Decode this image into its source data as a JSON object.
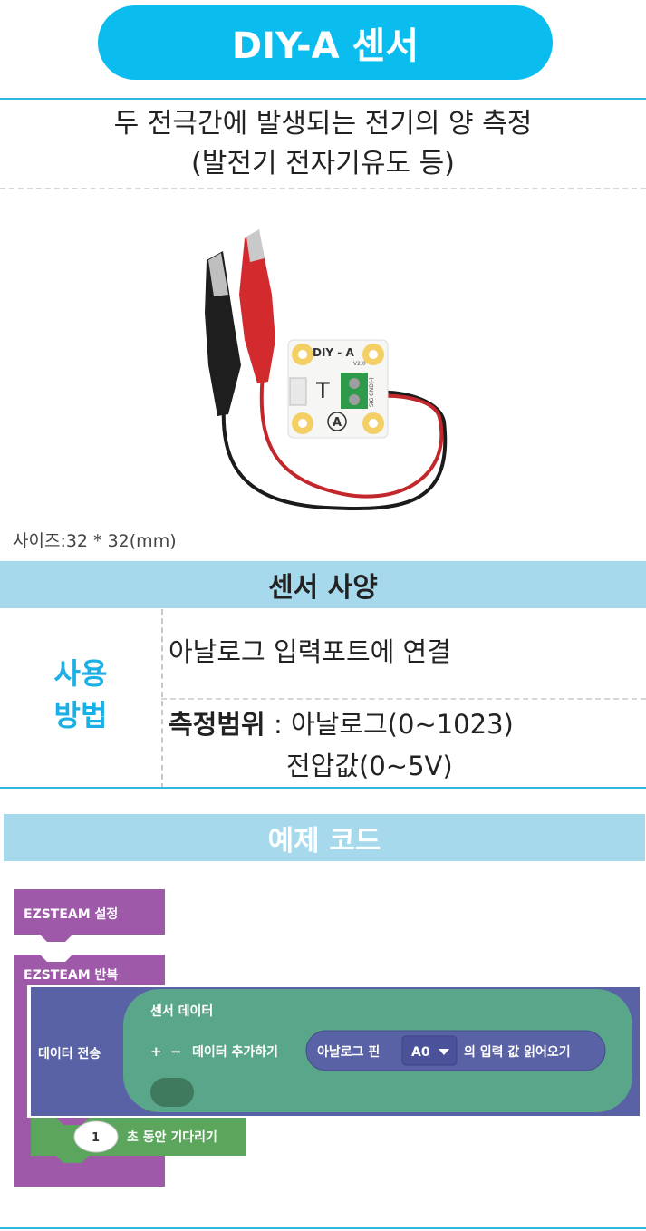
{
  "header": {
    "title": "DIY-A 센서"
  },
  "description": {
    "line1": "두 전극간에 발생되는 전기의 양 측정",
    "line2": "(발전기 전자기유도 등)"
  },
  "product": {
    "board_label": "DIY - A",
    "board_version": "V2.0",
    "board_letter": "A",
    "board_marker": "T",
    "terminal_label": "SIG GND(-)"
  },
  "size_text": "사이즈:32  *  32(mm)",
  "spec": {
    "title": "센서 사양",
    "usage_label_1": "사용",
    "usage_label_2": "방법",
    "usage_text": "아날로그 입력포트에 연결",
    "range_label": "측정범위",
    "range_sep": " : ",
    "range_value_1": "아날로그(0~1023)",
    "range_value_2": "전압값(0~5V)"
  },
  "example": {
    "title": "예제 코드",
    "blocks": {
      "setup": "EZSTEAM 설정",
      "loop": "EZSTEAM 반복",
      "send": "데이터 전송",
      "sensor_data": "센서 데이터",
      "plus": "+",
      "minus": "−",
      "add_data": "데이터 추가하기",
      "analog_pin": "아날로그 핀",
      "pin_value": "A0",
      "read_value": "의 입력 값 읽어오기",
      "wait_value": "1",
      "wait_text": "초 동안 기다리기"
    }
  },
  "colors": {
    "accent": "#0bbdee",
    "spec_bar": "#a6d9ec",
    "purple_block": "#9e59a9",
    "indigo_block": "#5a62a6",
    "teal_block": "#5aa68a",
    "green_block": "#5ba55c"
  }
}
